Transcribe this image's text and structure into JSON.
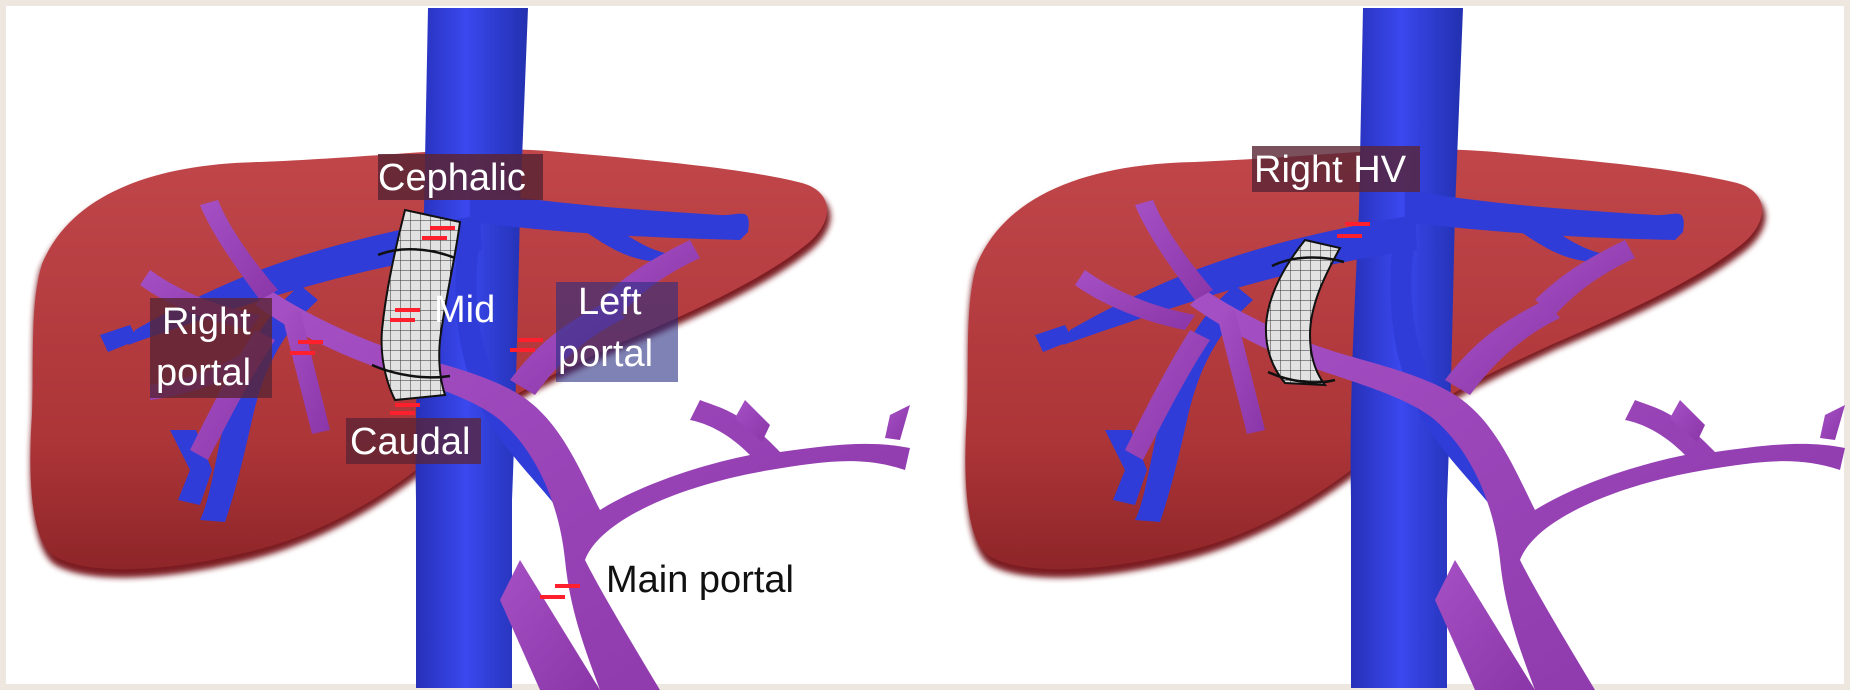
{
  "panels": [
    {
      "labels": {
        "cephalic": "Cephalic",
        "mid": "Mid",
        "right_portal_line1": "Right",
        "right_portal_line2": "portal",
        "left_portal_line1": "Left",
        "left_portal_line2": "portal",
        "caudal": "Caudal",
        "main_portal": "Main portal"
      }
    },
    {
      "labels": {
        "right_hv": "Right HV"
      }
    }
  ],
  "colors": {
    "background": "#ffffff",
    "border": "#ede7df",
    "liver": "#b2393c",
    "liver_shadow": "#7c1f24",
    "hepatic_veins": "#2d3ad4",
    "portal_veins": "#9b45b8",
    "label_box": "#5a2434",
    "label_box_blue": "#2a2e82",
    "marker": "#ff1f2d",
    "stent": "#dedede"
  }
}
